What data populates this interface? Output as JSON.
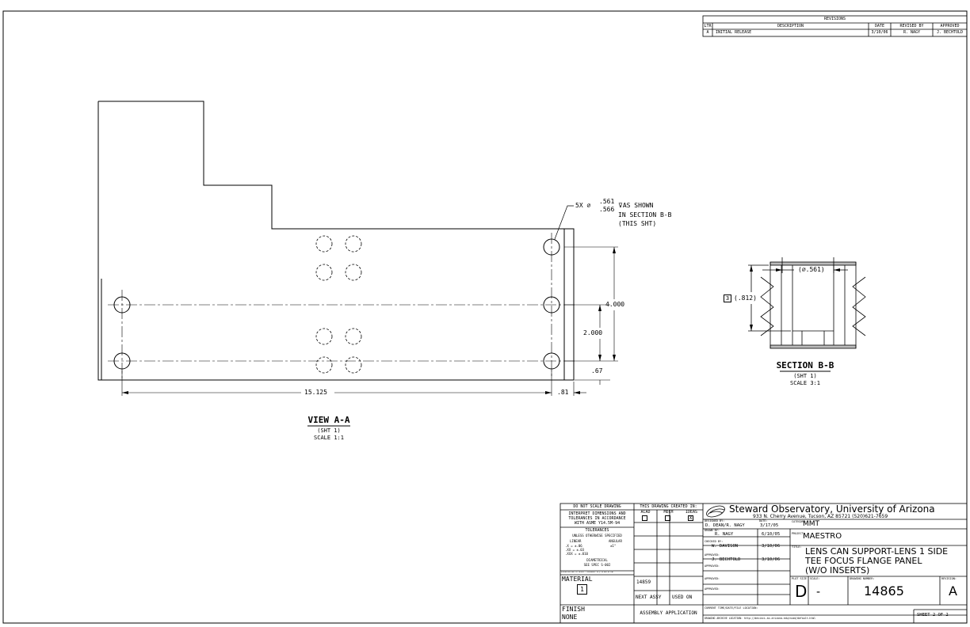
{
  "revisions": {
    "title": "REVISIONS",
    "headers": [
      "LTR",
      "DESCRIPTION",
      "DATE",
      "REVISED BY",
      "APPROVED"
    ],
    "rows": [
      [
        "A",
        "INITIAL RELEASE",
        "3/10/06",
        "R. NAGY",
        "J. BECHTOLD"
      ]
    ]
  },
  "view_a": {
    "hole_callout_line1": "5X ⌀",
    "hole_dim_upper": ".561",
    "hole_dim_lower": ".566",
    "hole_callout_depth": "⊽AS SHOWN",
    "hole_callout_line2": "IN SECTION B-B",
    "hole_callout_line3": "(THIS SHT)",
    "dim_width": "15.125",
    "dim_edge": ".81",
    "dim_height": "4.000",
    "dim_mid": "2.000",
    "dim_bottom": ".67",
    "title": "VIEW A-A",
    "sheet": "(SHT 1)",
    "scale": "SCALE 1:1"
  },
  "section_b": {
    "dim_dia": "(⌀.561)",
    "note_number": "3",
    "dim_depth": "(.812)",
    "title": "SECTION B-B",
    "sheet": "(SHT 1)",
    "scale": "SCALE 3:1"
  },
  "title_block": {
    "do_not_scale": "DO NOT SCALE DRAWING",
    "interpret_1": "INTERPRET DIMENSIONS AND",
    "interpret_2": "TOLERANCES IN ACCORDANCE",
    "interpret_3": "WITH ASME Y14.5M-94",
    "tolerances": "TOLERANCES",
    "unless": "UNLESS OTHERWISE SPECIFIED",
    "linear": "LINEAR",
    "angular": "ANGULAR",
    "tol_1": ".X    = ±.06",
    "tol_2": ".XX   = ±.03",
    "tol_3": ".XXX  = ±.010",
    "angular_tol": "±1°",
    "diametrical": "DIAMETRICAL",
    "see_spec": "SEE SPEC S-002",
    "fine_print": "DIMENSIONS ARE IN INCHES / ROUGHNESS IN µ IN ARE ACTUAL",
    "material_label": "MATERIAL",
    "material_note": "1",
    "finish_label": "FINISH",
    "finish_value": "NONE",
    "created_in": "THIS DRAWING CREATED IN:",
    "cad_opts": [
      "ACAD",
      "MECH",
      "IDEAS"
    ],
    "cad_checked": "X",
    "next_assy_num": "14859",
    "next_assy": "NEXT ASSY",
    "used_on": "USED ON",
    "assembly_app": "ASSEMBLY APPLICATION",
    "org_name": "Steward Observatory, University of Arizona",
    "org_address": "933 N. Cherry Avenue, Tucson, AZ  85721   (520)621-7659",
    "designed_by_label": "DESIGNED BY:",
    "designed_by": "D. DEAN/R. NAGY",
    "date_label": "DATE:",
    "designed_date": "3/17/05",
    "drawn_by_label": "DRAWN BY:",
    "drawn_by": "R. NAGY",
    "drawn_date": "6/10/05",
    "checked_by_label": "CHECKED BY:",
    "checked_by": "W. DAVISON",
    "checked_date": "3/10/06",
    "approved_label": "APPROVED:",
    "approved_by": "J. BECHTOLD",
    "approved_date": "3/10/06",
    "category_label": "CATEGORY:",
    "category": "MMT",
    "project_label": "PROJECT:",
    "project": "MAESTRO",
    "title_label": "TITLE:",
    "title_1": "LENS CAN SUPPORT-LENS 1 SIDE",
    "title_2": "TEE FOCUS FLANGE PANEL",
    "title_3": "(W/O INSERTS)",
    "plot_size_label": "PLOT SIZE",
    "plot_size": "D",
    "scale_label": "SCALE:",
    "scale": "-",
    "drawing_number_label": "DRAWING NUMBER:",
    "drawing_number": "14865",
    "revision_label": "REVISION:",
    "revision": "A",
    "current_time_label": "CURRENT TIME/DATE/FILE LOCATION:",
    "archive_label": "DRAWING ARCHIVE LOCATION: http://devinci.as.arizona.edu/ncad/default.html",
    "sheet": "SHEET 2 OF 2"
  }
}
